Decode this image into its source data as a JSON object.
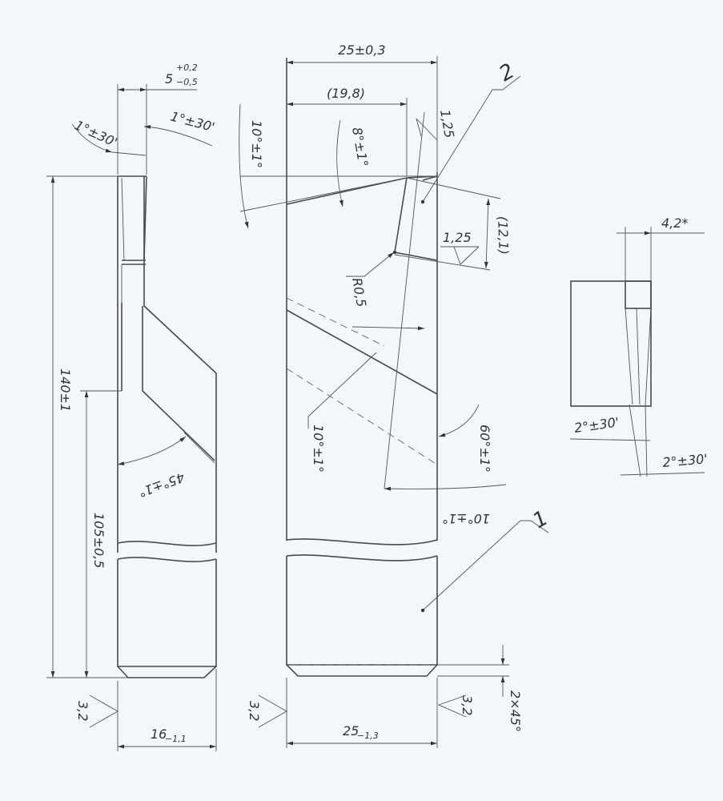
{
  "dimensions": {
    "width_total": "25±0,3",
    "width_partial": "(19,8)",
    "thickness_main": "5",
    "thickness_upper": "+0,2",
    "thickness_lower": "−0,5",
    "angle_top_left": "1°±30'",
    "angle_top_right": "1°±30'",
    "angle_rake_left": "10°±1°",
    "angle_rake_mid": "8°±1°",
    "edge_1_25_top": "1,25",
    "edge_1_25_mid": "1,25",
    "dim_12_1": "(12,1)",
    "radius": "R0,5",
    "angle_10_center": "10°±1°",
    "angle_60": "60°±1°",
    "angle_10_bottom": "10°±1°",
    "length_total": "140±1",
    "length_105": "105±0,5",
    "angle_45": "45°±1°",
    "roughness_left": "3,2",
    "roughness_mid": "3,2",
    "roughness_right": "3,2",
    "width_16_main": "16",
    "width_16_tol": "−1,1",
    "width_25_main": "25",
    "width_25_tol": "−1,3",
    "chamfer": "2×45°",
    "width_4_2": "4,2*",
    "angle_right_1": "2°±30'",
    "angle_right_2": "2°±30'",
    "leader_1": "1",
    "leader_2": "2"
  }
}
